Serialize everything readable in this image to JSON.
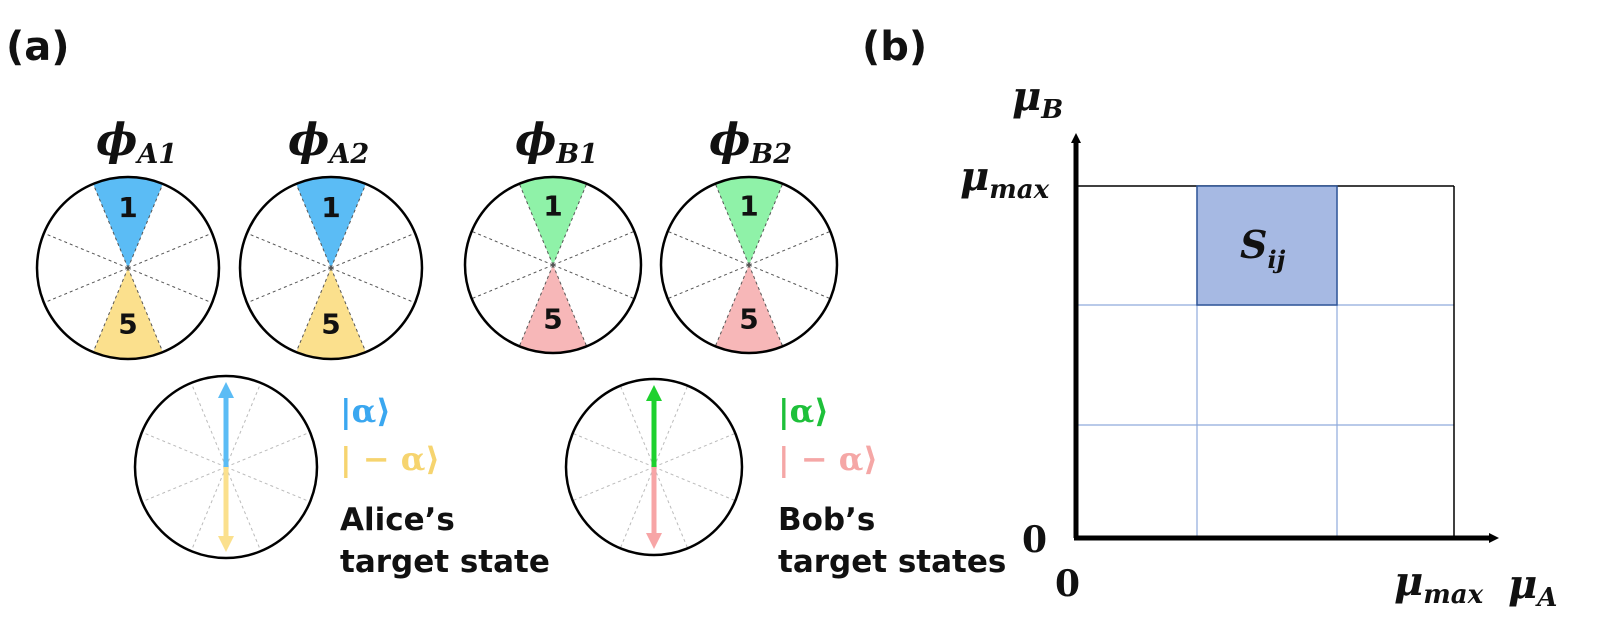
{
  "panel_a": {
    "label": "(a)",
    "wheels": [
      {
        "name": "phi-a1",
        "symbol": "ϕ",
        "subscript": "A1",
        "top_number": "1",
        "bottom_number": "5",
        "top_color": "#5bbcf5",
        "bottom_color": "#fbe08d"
      },
      {
        "name": "phi-a2",
        "symbol": "ϕ",
        "subscript": "A2",
        "top_number": "1",
        "bottom_number": "5",
        "top_color": "#5bbcf5",
        "bottom_color": "#fbe08d"
      },
      {
        "name": "phi-b1",
        "symbol": "ϕ",
        "subscript": "B1",
        "top_number": "1",
        "bottom_number": "5",
        "top_color": "#8ff2a8",
        "bottom_color": "#f7b7b8"
      },
      {
        "name": "phi-b2",
        "symbol": "ϕ",
        "subscript": "B2",
        "top_number": "1",
        "bottom_number": "5",
        "top_color": "#8ff2a8",
        "bottom_color": "#f7b7b8"
      }
    ],
    "alice": {
      "ket_plus": "|α⟩",
      "ket_minus": "| − α⟩",
      "caption_line1": "Alice’s",
      "caption_line2": "target state",
      "up_color": "#5bbcf5",
      "down_color": "#fbe08d"
    },
    "bob": {
      "ket_plus": "|α⟩",
      "ket_minus": "| − α⟩",
      "caption_line1": "Bob’s",
      "caption_line2": "target states",
      "up_color": "#1ed12e",
      "down_color": "#f7a5a6"
    }
  },
  "panel_b": {
    "label": "(b)",
    "y_axis_symbol": "μ",
    "y_axis_sub": "B",
    "x_axis_symbol": "μ",
    "x_axis_sub": "A",
    "y_max_symbol": "μ",
    "y_max_sub": "max",
    "x_max_symbol": "μ",
    "x_max_sub": "max",
    "y_zero": "0",
    "x_zero": "0",
    "cell_symbol": "S",
    "cell_sub": "ij",
    "grid_color": "#8faadc",
    "cell_fill": "#a6b9e3",
    "cell_stroke": "#2f5597"
  }
}
